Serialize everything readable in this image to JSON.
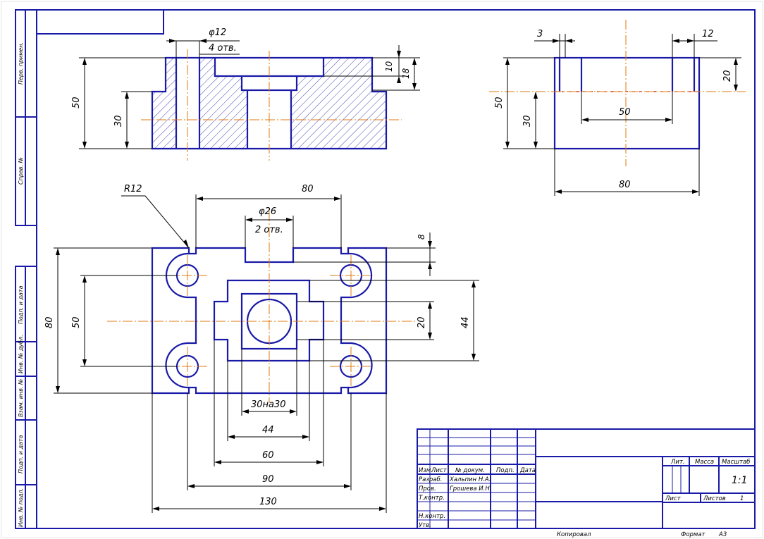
{
  "front_view": {
    "hole_dia": "φ12",
    "hole_count": "4 отв.",
    "dim_height_total": "50",
    "dim_height_base": "30",
    "dim_depth_10": "10",
    "dim_depth_18": "18"
  },
  "side_view": {
    "dim_3": "3",
    "dim_12": "12",
    "dim_20": "20",
    "dim_50_height": "50",
    "dim_30_height": "30",
    "dim_50_width": "50",
    "dim_80_width": "80"
  },
  "top_view": {
    "radius": "R12",
    "dim_80_top": "80",
    "hole_dia": "φ26",
    "hole_count": "2 отв.",
    "dim_8": "8",
    "dim_80_height": "80",
    "dim_50_height": "50",
    "dim_20": "20",
    "dim_44_height": "44",
    "dim_30x30": "30на30",
    "dim_44_width": "44",
    "dim_60_width": "60",
    "dim_90_width": "90",
    "dim_130_width": "130"
  },
  "side_stamp": {
    "field1": "Перв. примен.",
    "field2": "Справ. №",
    "field3": "Подп. и дата",
    "field4": "Инв. № дубл.",
    "field5": "Взам. инв. №",
    "field6": "Подп. и дата",
    "field7": "Инв. № подл."
  },
  "title_block": {
    "col_izm": "Изм.",
    "col_list": "Лист",
    "col_doc": "№ докум.",
    "col_sign": "Подп.",
    "col_date": "Дата",
    "row_razrab": "Разраб.",
    "razrab_name": "Хальпин Н.А.",
    "row_prov": "Пров.",
    "prov_name": "Грошева И.Н.",
    "row_tkontr": "Т.контр.",
    "row_nkontr": "Н.контр.",
    "row_utv": "Утв.",
    "lit_label": "Лит.",
    "mass_label": "Масса",
    "scale_label": "Масштаб",
    "scale_value": "1:1",
    "sheet_label": "Лист",
    "sheets_label": "Листов",
    "sheets_value": "1"
  },
  "footer": {
    "copied": "Копировал",
    "format_label": "Формат",
    "format_value": "А3"
  }
}
